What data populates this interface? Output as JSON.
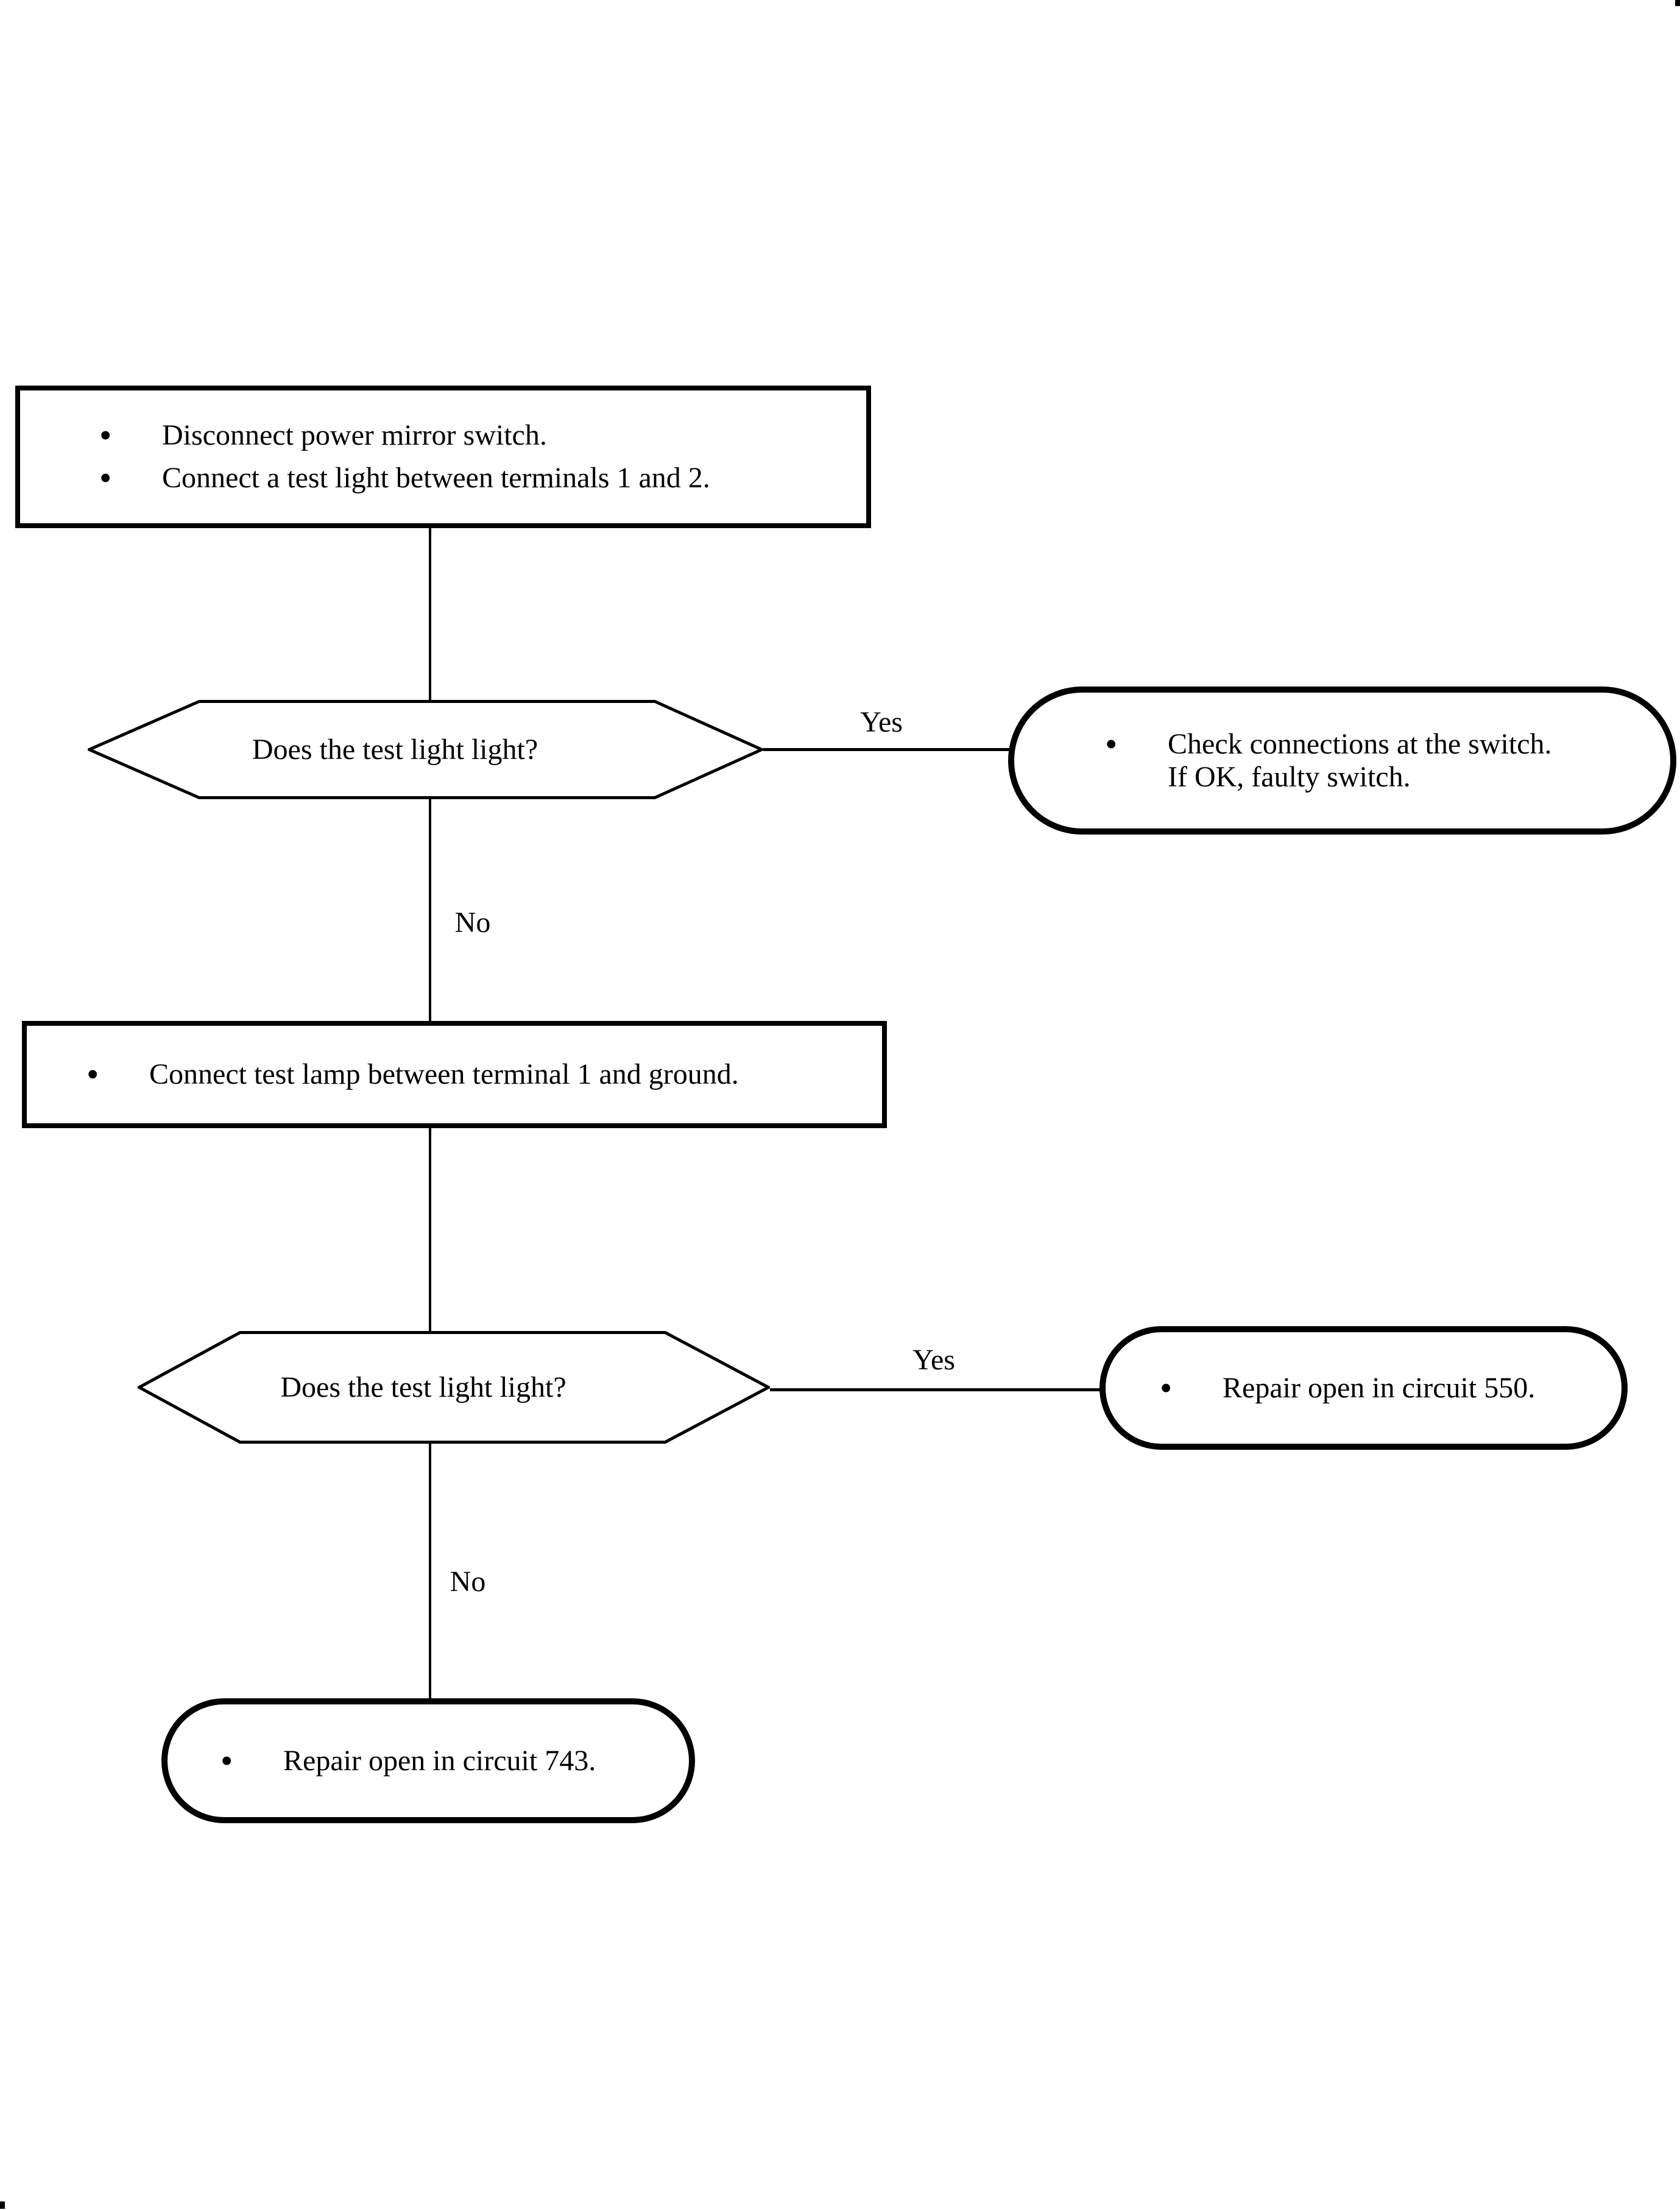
{
  "colors": {
    "ink": "#000000",
    "paper": "#ffffff"
  },
  "bullet_char": "•",
  "flowchart": {
    "step1": {
      "bullets": [
        "Disconnect power mirror switch.",
        "Connect a test light between terminals 1 and 2."
      ]
    },
    "decision1": {
      "question": "Does the test light light?"
    },
    "edge_yes1": "Yes",
    "edge_no1": "No",
    "result_yes1": {
      "line1": "Check connections at the switch.",
      "line2": "If OK, faulty switch."
    },
    "step2": {
      "bullets": [
        "Connect test lamp between terminal 1 and ground."
      ]
    },
    "decision2": {
      "question": "Does the test light light?"
    },
    "edge_yes2": "Yes",
    "edge_no2": "No",
    "result_yes2": {
      "line1": "Repair open in circuit 550."
    },
    "result_no2": {
      "line1": "Repair open in circuit 743."
    }
  }
}
